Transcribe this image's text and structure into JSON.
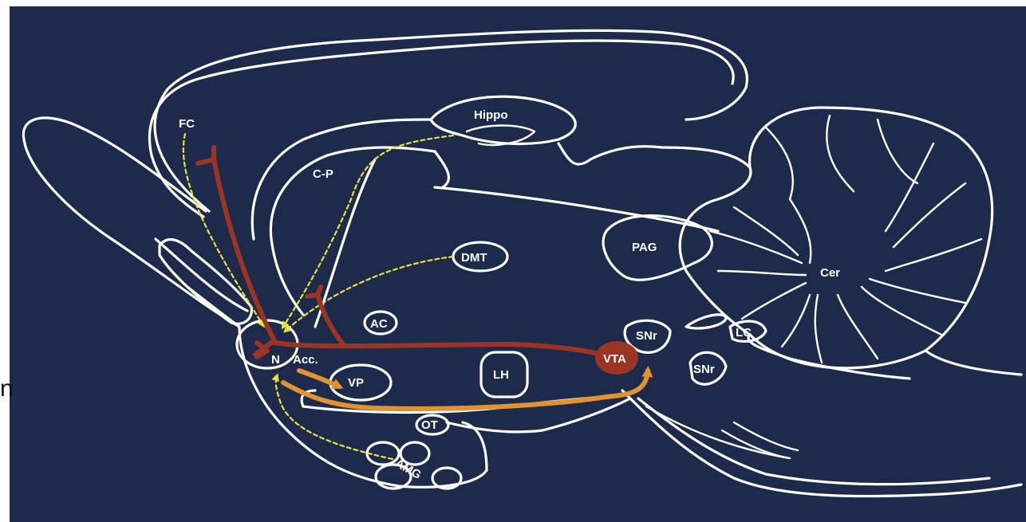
{
  "labels": {
    "fc": "FC",
    "hippo": "Hippo",
    "cp": "C-P",
    "dmt": "DMT",
    "pag": "PAG",
    "cer": "Cer",
    "ac": "AC",
    "lc": "LC",
    "snr_upper": "SNr",
    "snr_lower": "SNr",
    "vta": "VTA",
    "n": "N",
    "acc": "Acc.",
    "vp": "VP",
    "lh": "LH",
    "ot": "OT",
    "amg": "AMG",
    "edge_char": "n"
  },
  "colors": {
    "background": "#1d2a4b",
    "outline": "#ffffff",
    "dopamine_pathway": "#9c3423",
    "accumbens_output": "#e2922e",
    "glutamate_inputs": "#e9e23a"
  }
}
